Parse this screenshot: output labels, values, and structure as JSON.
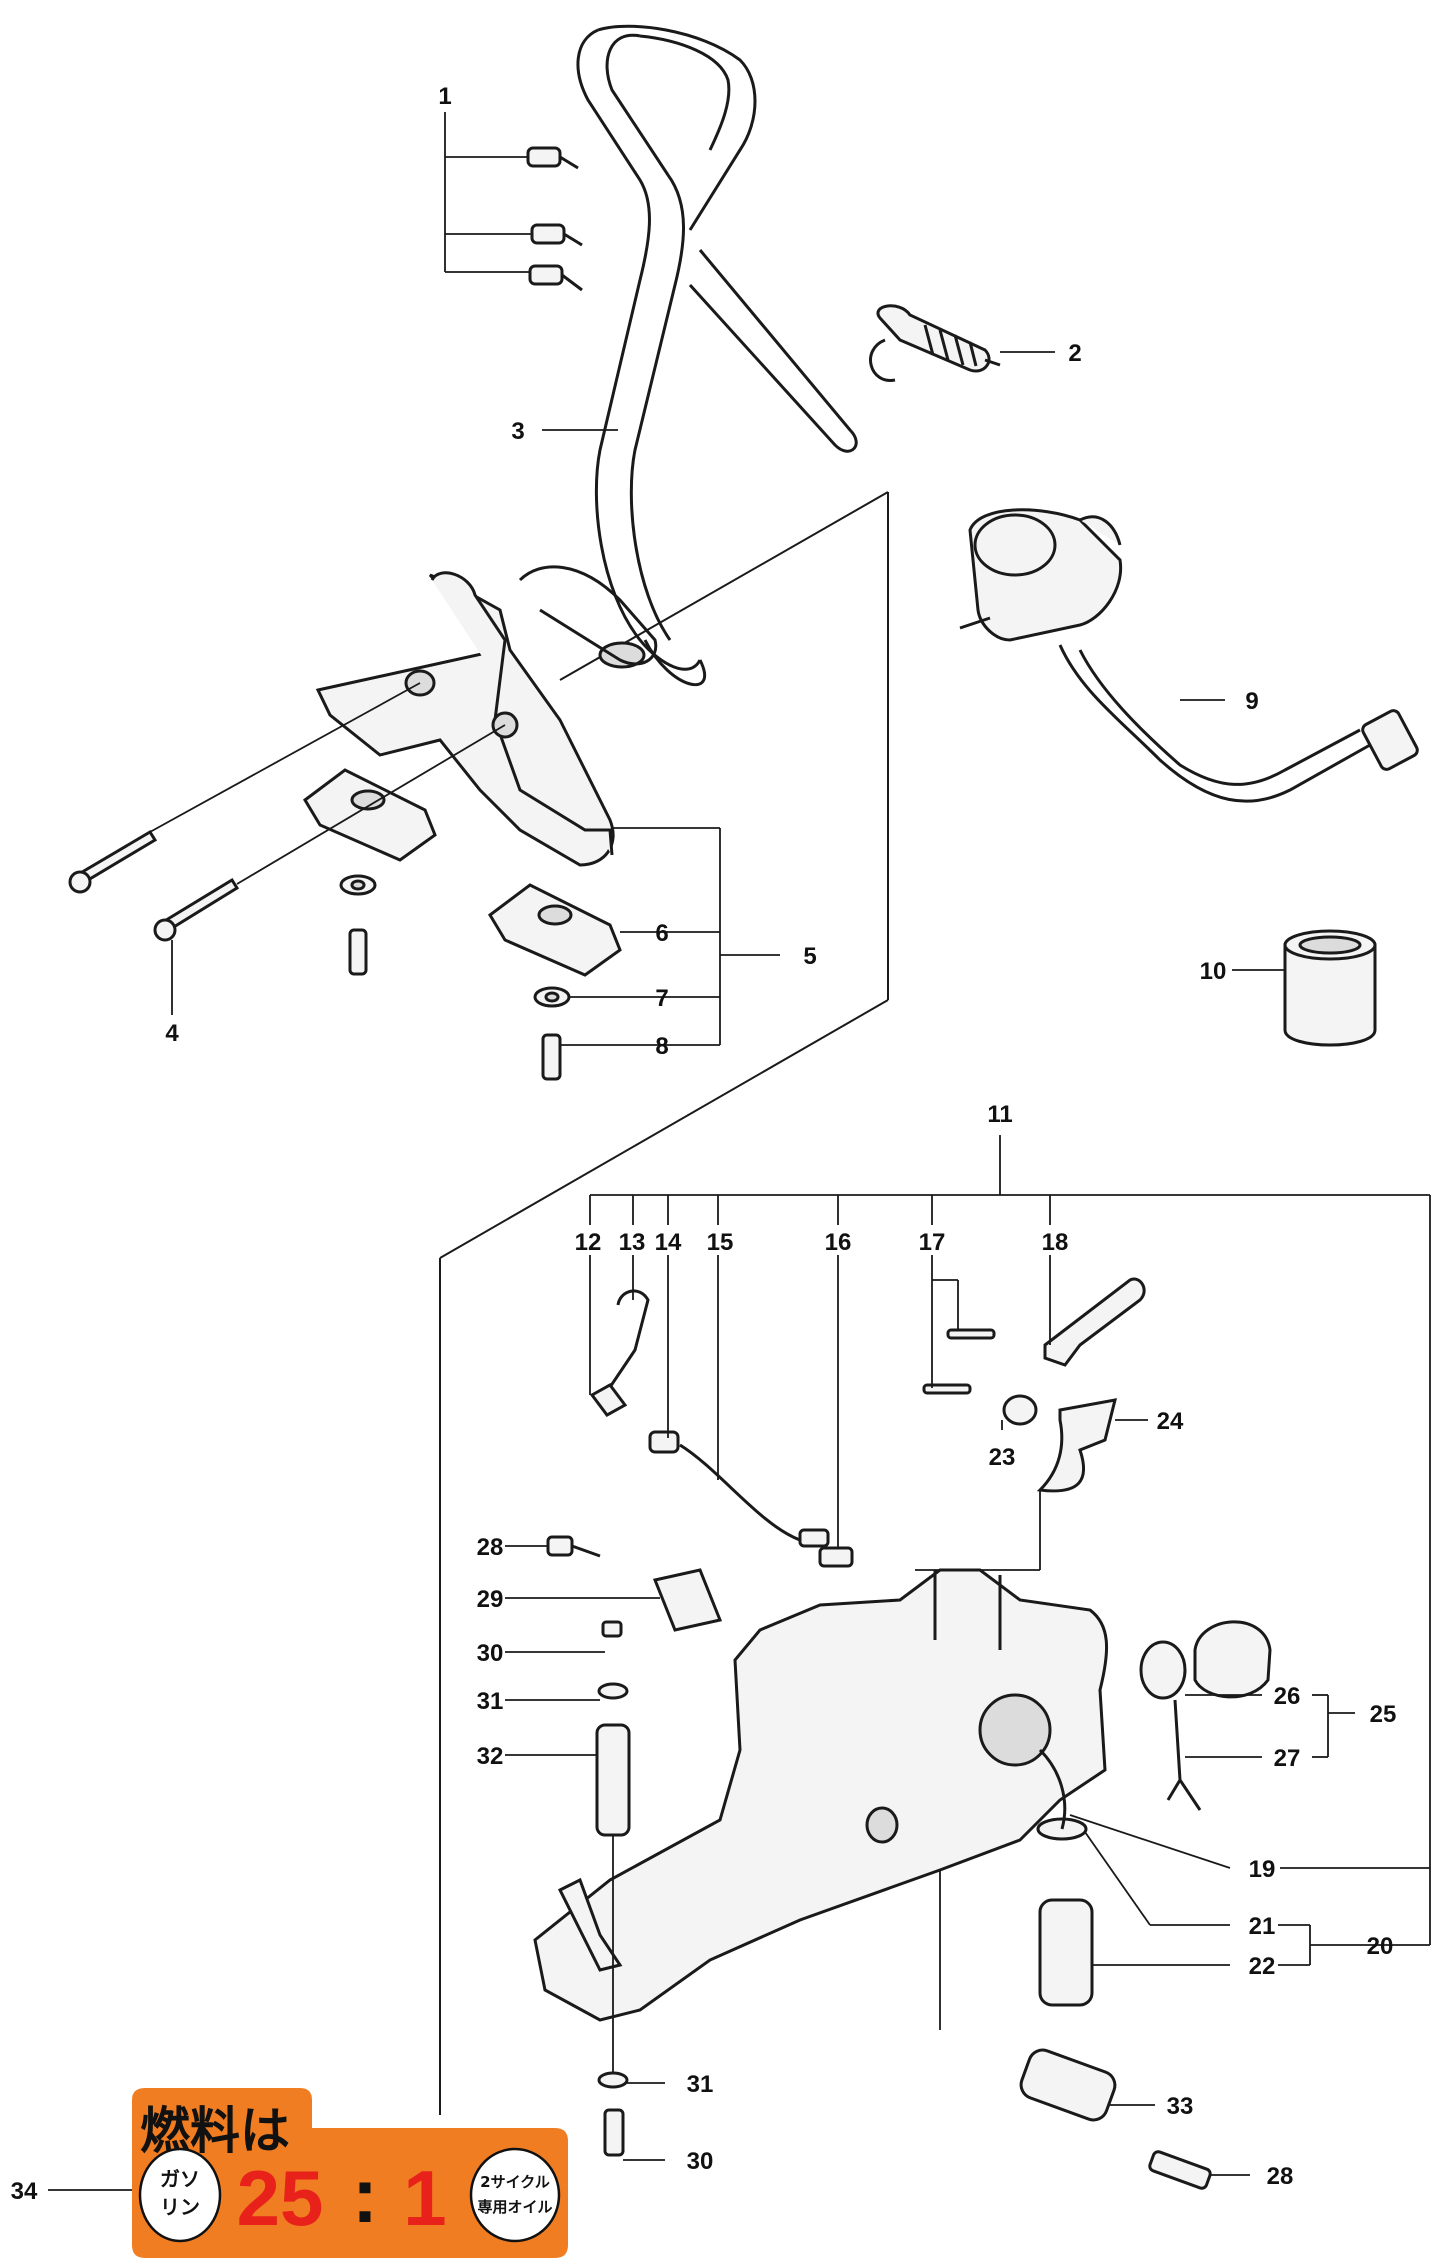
{
  "callouts": [
    {
      "id": "c1",
      "text": "1"
    },
    {
      "id": "c2",
      "text": "2"
    },
    {
      "id": "c3",
      "text": "3"
    },
    {
      "id": "c4",
      "text": "4"
    },
    {
      "id": "c5",
      "text": "5"
    },
    {
      "id": "c6",
      "text": "6"
    },
    {
      "id": "c7",
      "text": "7"
    },
    {
      "id": "c8",
      "text": "8"
    },
    {
      "id": "c9",
      "text": "9"
    },
    {
      "id": "c10",
      "text": "10"
    },
    {
      "id": "c11",
      "text": "11"
    },
    {
      "id": "c12",
      "text": "12"
    },
    {
      "id": "c13",
      "text": "13"
    },
    {
      "id": "c14",
      "text": "14"
    },
    {
      "id": "c15",
      "text": "15"
    },
    {
      "id": "c16",
      "text": "16"
    },
    {
      "id": "c17",
      "text": "17"
    },
    {
      "id": "c18",
      "text": "18"
    },
    {
      "id": "c19",
      "text": "19"
    },
    {
      "id": "c20",
      "text": "20"
    },
    {
      "id": "c21",
      "text": "21"
    },
    {
      "id": "c22",
      "text": "22"
    },
    {
      "id": "c23",
      "text": "23"
    },
    {
      "id": "c24",
      "text": "24"
    },
    {
      "id": "c25",
      "text": "25"
    },
    {
      "id": "c26",
      "text": "26"
    },
    {
      "id": "c27",
      "text": "27"
    },
    {
      "id": "c28a",
      "text": "28"
    },
    {
      "id": "c28b",
      "text": "28"
    },
    {
      "id": "c29",
      "text": "29"
    },
    {
      "id": "c30a",
      "text": "30"
    },
    {
      "id": "c30b",
      "text": "30"
    },
    {
      "id": "c31a",
      "text": "31"
    },
    {
      "id": "c31b",
      "text": "31"
    },
    {
      "id": "c32",
      "text": "32"
    },
    {
      "id": "c33",
      "text": "33"
    },
    {
      "id": "c34",
      "text": "34"
    }
  ],
  "fuel_label": {
    "title": "燃料は",
    "left_top": "ガソ",
    "left_bottom": "リン",
    "ratio_left": "25",
    "ratio_sep": ":",
    "ratio_right": "1",
    "right_top": "2サイクル",
    "right_bottom": "専用オイル",
    "colors": {
      "background": "#f07d22",
      "ratio": "#e8211b",
      "panel": "#ffffff"
    }
  }
}
